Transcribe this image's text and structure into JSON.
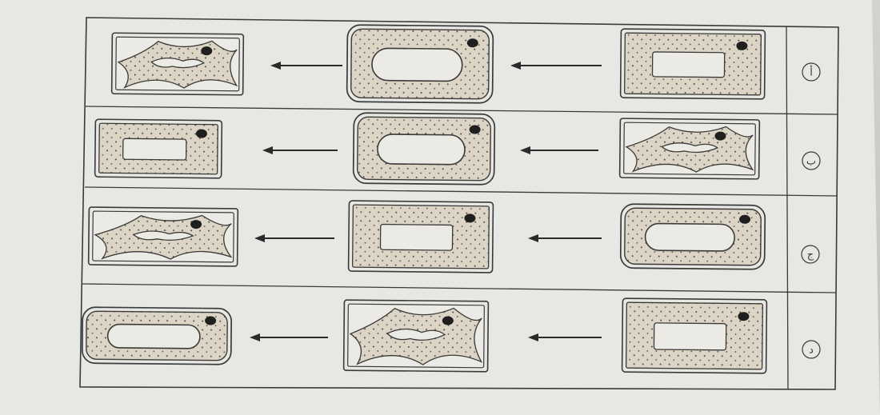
{
  "colors": {
    "paper": "#e7e7e3",
    "line": "#3a3a3a",
    "cytoplasm": "#dcd4c4",
    "vacuole": "#eceae4",
    "nucleus": "#1f1f1f",
    "stipple": "#4a4a4a"
  },
  "icons": {
    "arrow": "left-arrow-icon",
    "cell_states": [
      "normal-cell",
      "turgid-cell",
      "plasmolysed-cell"
    ]
  },
  "rows": [
    {
      "option_label": "أ",
      "sequence": [
        "normal",
        "turgid",
        "plasmolysed"
      ]
    },
    {
      "option_label": "ب",
      "sequence": [
        "plasmolysed",
        "turgid",
        "normal"
      ]
    },
    {
      "option_label": "ج",
      "sequence": [
        "turgid",
        "normal",
        "plasmolysed"
      ]
    },
    {
      "option_label": "د",
      "sequence": [
        "normal",
        "plasmolysed",
        "turgid"
      ]
    }
  ]
}
